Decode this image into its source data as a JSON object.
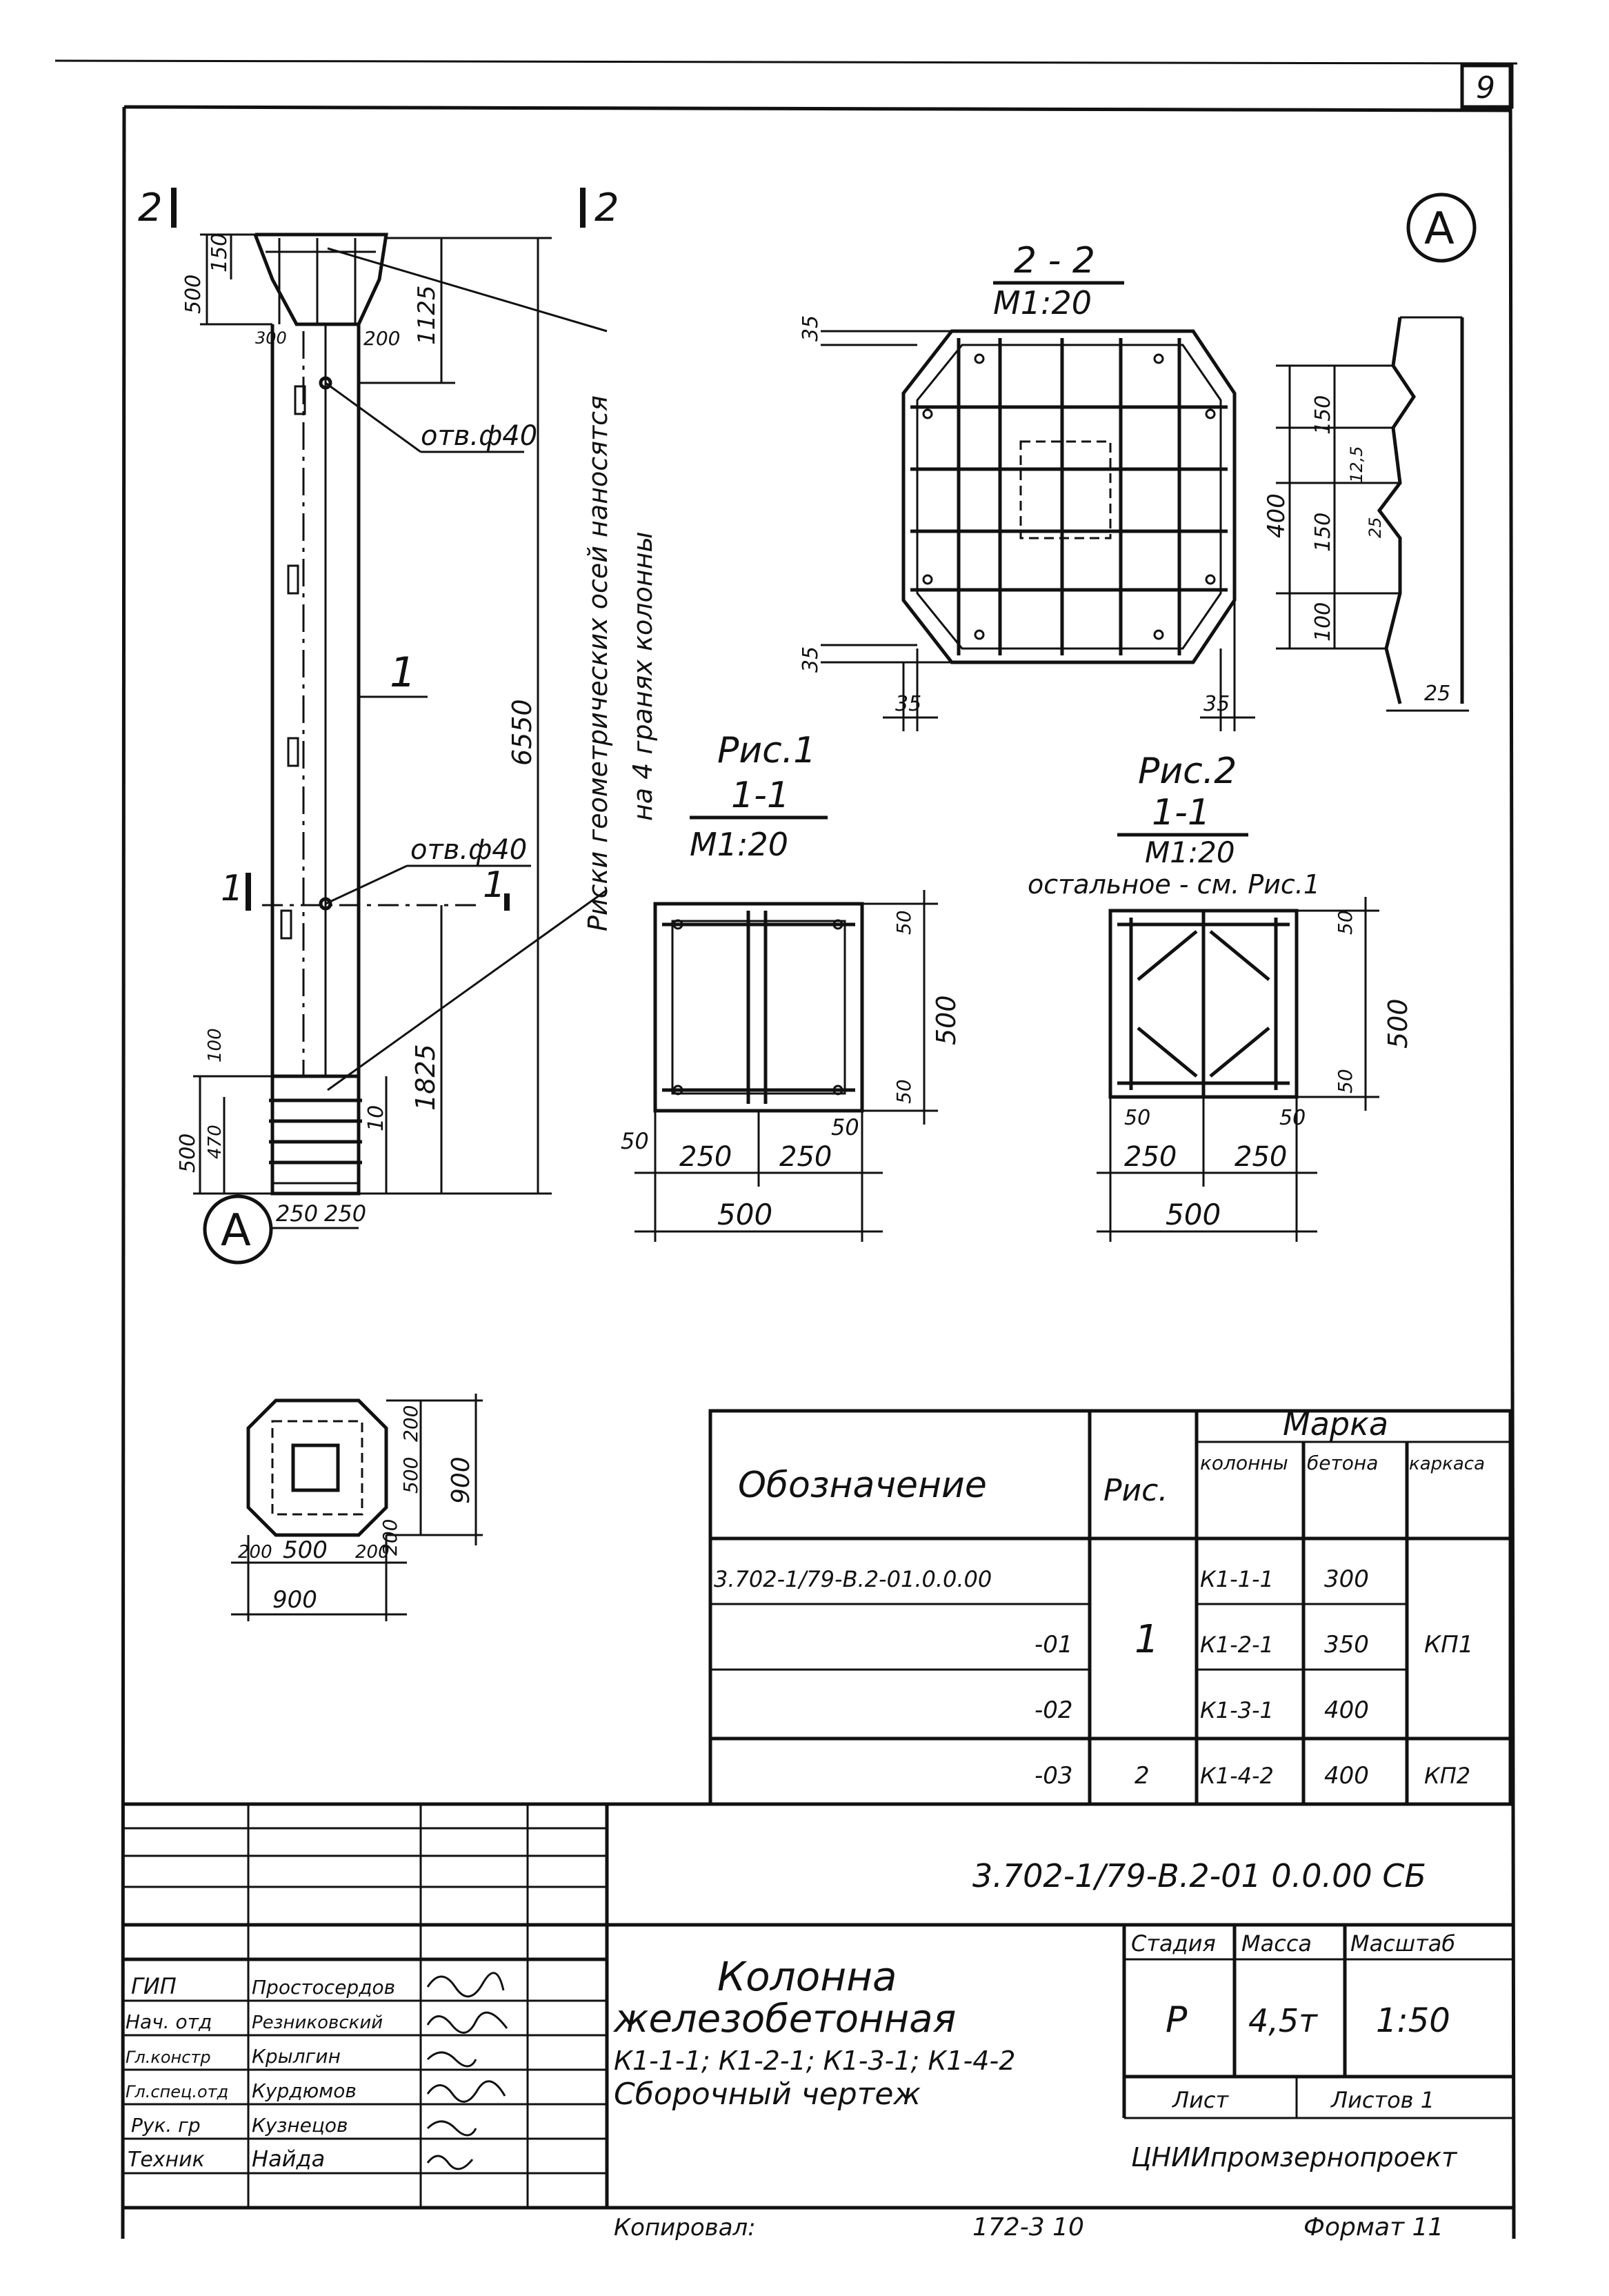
{
  "sheet_number": "9",
  "main_view": {
    "section_marks": [
      "2",
      "2",
      "1",
      "1"
    ],
    "callout": "А",
    "hole_label_top": "отв.ф40",
    "hole_label_mid": "отв.ф40",
    "bar_mark": "1",
    "axis_note_line1": "Риски геометрических осей наносятся",
    "axis_note_line2": "на 4 гранях колонны",
    "dims": {
      "top_150": "150",
      "top_500": "500",
      "top_1125": "1125",
      "w_300": "300",
      "w_200": "200",
      "total_6550": "6550",
      "d_1825": "1825",
      "b_100": "100",
      "b_470": "470",
      "b_500": "500",
      "b_10": "10",
      "w_250a": "250",
      "w_250b": "250"
    }
  },
  "section_22": {
    "title": "2 - 2",
    "scale": "М1:20",
    "d35a": "35",
    "d35b": "35",
    "d35c": "35",
    "d35d": "35"
  },
  "detail_A": {
    "callout": "А",
    "d400": "400",
    "d150a": "150",
    "d150b": "150",
    "d100": "100",
    "d25a": "25",
    "d25b": "25",
    "d125": "12,5"
  },
  "fig1": {
    "caption": "Рис.1",
    "title": "1-1",
    "scale": "М1:20",
    "d50a": "50",
    "d50b": "50",
    "d50c": "50",
    "d50d": "50",
    "d500v": "500",
    "d250a": "250",
    "d250b": "250",
    "d500h": "500"
  },
  "fig2": {
    "caption": "Рис.2",
    "title": "1-1",
    "scale": "М1:20",
    "note": "остальное - см. Рис.1",
    "d50a": "50",
    "d50b": "50",
    "d50c": "50",
    "d50d": "50",
    "d500v": "500",
    "d250a": "250",
    "d250b": "250",
    "d500h": "500"
  },
  "plan_view": {
    "d200a": "200",
    "d500a": "500",
    "d200b": "200",
    "d900v": "900",
    "d200c": "200",
    "d500b": "500",
    "d200d": "200",
    "d900h": "900"
  },
  "spec_table": {
    "col_designation": "Обозначение",
    "col_fig": "Рис.",
    "col_marka": "Марка",
    "sub_column": "колонны",
    "sub_concrete": "бетона",
    "sub_frame": "каркаса",
    "rows": [
      {
        "designation": "3.702-1/79-В.2-01.0.0.00",
        "column": "К1-1-1",
        "concrete": "300"
      },
      {
        "designation": "-01",
        "column": "К1-2-1",
        "concrete": "350"
      },
      {
        "designation": "-02",
        "column": "К1-3-1",
        "concrete": "400"
      },
      {
        "designation": "-03",
        "fig": "2",
        "column": "К1-4-2",
        "concrete": "400",
        "frame": "КП2"
      }
    ],
    "fig_group_1": "1",
    "frame_group_1": "КП1"
  },
  "title_block": {
    "doc_code": "3.702-1/79-В.2-01 0.0.00 СБ",
    "name_line1": "Колонна",
    "name_line2": "железобетонная",
    "name_line3": "К1-1-1; К1-2-1; К1-3-1; К1-4-2",
    "name_line4": "Сборочный чертеж",
    "stage_label": "Стадия",
    "mass_label": "Масса",
    "scale_label": "Масштаб",
    "stage": "Р",
    "mass": "4,5т",
    "scale": "1:50",
    "sheet_label": "Лист",
    "sheets_label": "Листов 1",
    "organization": "ЦНИИпромзернопроект",
    "staff": [
      {
        "role": "ГИП",
        "name": "Простосердов"
      },
      {
        "role": "Нач. отд",
        "name": "Резниковский"
      },
      {
        "role": "Гл.констр",
        "name": "Крылгин"
      },
      {
        "role": "Гл.спец.отд",
        "name": "Курдюмов"
      },
      {
        "role": "Рук. гр",
        "name": "Кузнецов"
      },
      {
        "role": "Техник",
        "name": "Найда"
      }
    ],
    "footer_copied": "Копировал:",
    "footer_num": "172-3 10",
    "footer_format": "Формат 11"
  }
}
